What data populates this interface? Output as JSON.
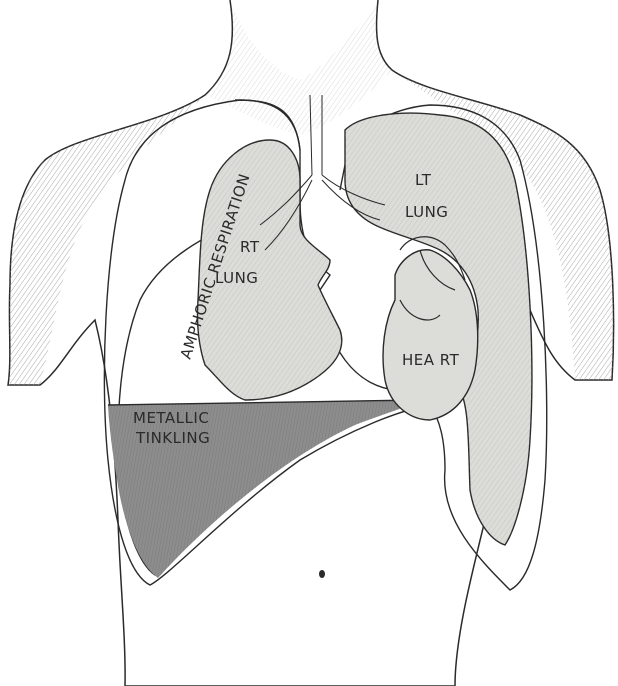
{
  "labels": {
    "amphoric_respiration": "AMPHORIC RESPIRATION",
    "right_lung_line1": "RT",
    "right_lung_line2": "LUNG",
    "left_lung_line1": "LT",
    "left_lung_line2": "LUNG",
    "heart": "HEA RT",
    "metallic": "METALLIC",
    "tinkling": "TINKLING"
  },
  "colors": {
    "ink": "#2a2a2a",
    "lung_fill": "#dcdcd8",
    "fluid_fill": "#8d8d8d",
    "skin_shade": "#c9c9c6",
    "background": "#ffffff"
  }
}
